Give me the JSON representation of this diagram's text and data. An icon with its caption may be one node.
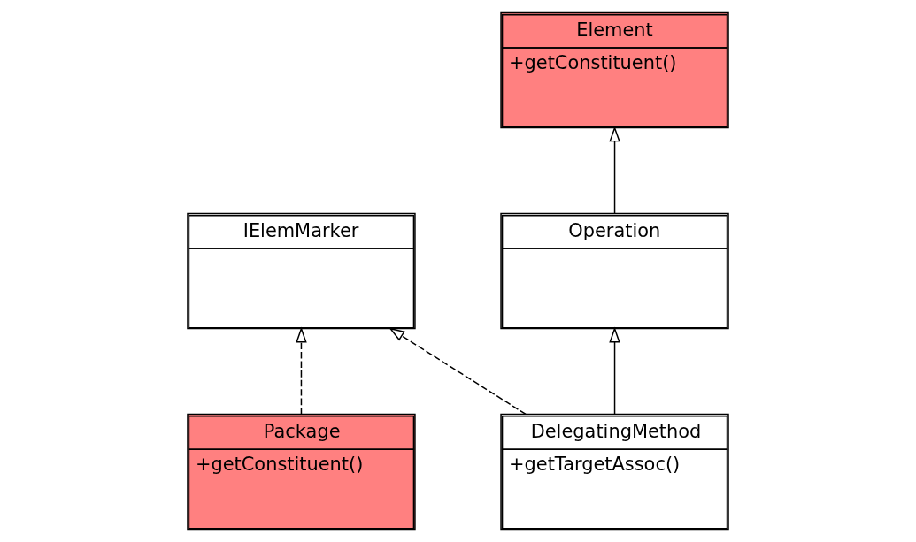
{
  "diagram": {
    "nodes": [
      {
        "text": [
          "IElemMarker"
        ]
      },
      {
        "text": [
          "Element",
          "+getConstituent()"
        ]
      },
      {
        "text": [
          "Operation"
        ]
      },
      {
        "text": [
          "Package",
          "+getConstituent()"
        ]
      },
      {
        "text": [
          "DelegatingMethod",
          "+getTargetAssoc()"
        ]
      }
    ],
    "edges": [
      {
        "from": 3,
        "to": 0,
        "arrow": "to",
        "style": "dashed"
      },
      {
        "from": 4,
        "to": 0,
        "arrow": "to",
        "style": "dashed"
      },
      {
        "from": 2,
        "to": 1,
        "arrow": "to"
      },
      {
        "from": 4,
        "to": 2,
        "arrow": "to"
      }
    ]
  }
}
